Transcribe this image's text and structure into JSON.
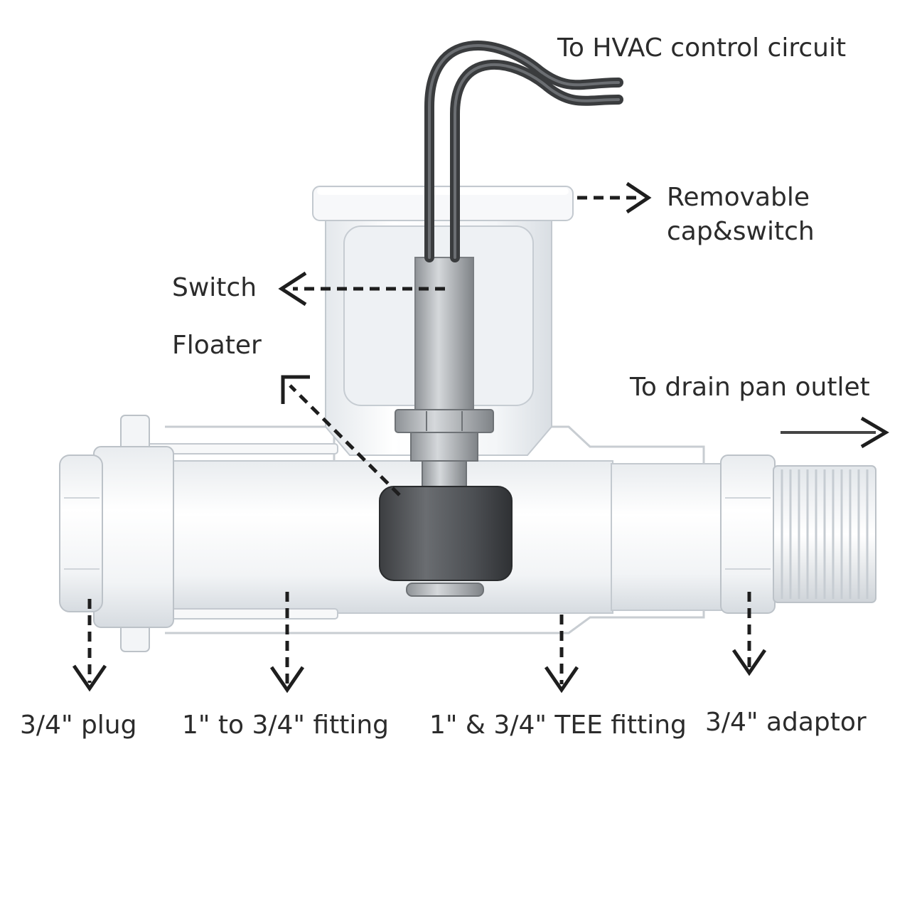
{
  "labels": {
    "hvac": "To HVAC control circuit",
    "cap_line1": "Removable",
    "cap_line2": "cap&switch",
    "switch": "Switch",
    "floater": "Floater",
    "drain": "To drain pan outlet",
    "plug": "3/4\" plug",
    "fitting": "1\" to 3/4\" fitting",
    "tee": "1\" & 3/4\" TEE fitting",
    "adaptor": "3/4\" adaptor"
  },
  "colors": {
    "pvc": "#f4f6f8",
    "pvc_edge": "#c3c9cf",
    "floater": "#4a4c4f",
    "wire": "#3a3c3e",
    "arrow": "#1e1e1e"
  }
}
